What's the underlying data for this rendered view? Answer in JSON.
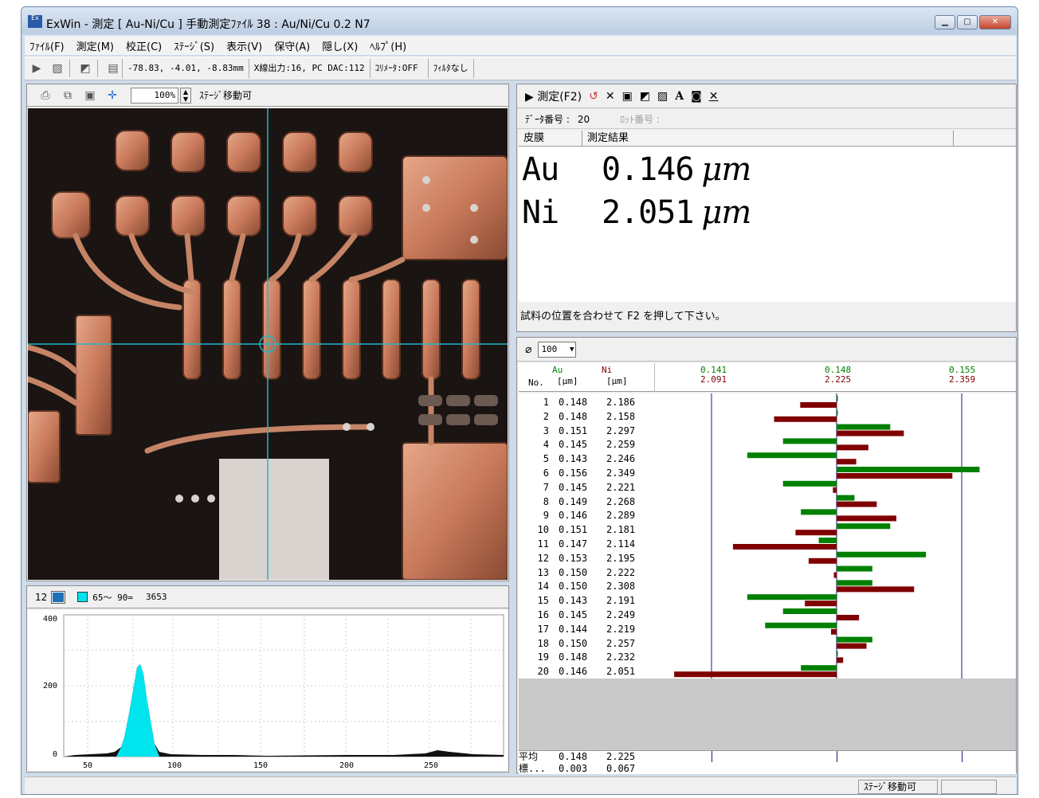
{
  "window": {
    "title": "ExWin - 測定 [ Au-Ni/Cu ]  手動測定ﾌｧｲﾙ  38 : Au/Ni/Cu  0.2  N7",
    "icon_label": "Ex\nWin"
  },
  "menu": [
    "ﾌｧｲﾙ(F)",
    "測定(M)",
    "校正(C)",
    "ｽﾃｰｼﾞ(S)",
    "表示(V)",
    "保守(A)",
    "隠し(X)",
    "ﾍﾙﾌﾟ(H)"
  ],
  "toolbar": {
    "coords": "-78.83,  -4.01,  -8.83mm",
    "xray": "X線出力:16, PC DAC:112",
    "collimator": "ｺﾘﾒｰﾀ:OFF",
    "filter": "ﾌｨﾙﾀなし"
  },
  "camera": {
    "zoom": "100%",
    "status": "ｽﾃｰｼﾞ移動可"
  },
  "histogram": {
    "badge": "12",
    "range": "65～ 90=",
    "count": "3653",
    "y_ticks": [
      "400",
      "200",
      "0"
    ],
    "x_ticks": [
      "50",
      "100",
      "150",
      "200",
      "250"
    ]
  },
  "measure": {
    "run_label": "測定(F2)",
    "data_no_label": "ﾃﾞｰﾀ番号 :",
    "data_no": "20",
    "lot_label": "ﾛｯﾄ番号 :",
    "col_film": "皮膜",
    "col_result": "測定結果",
    "results": [
      {
        "element": "Au",
        "value": "0.146",
        "unit": "μm"
      },
      {
        "element": "Ni",
        "value": "2.051",
        "unit": "μm"
      }
    ],
    "prompt": "試料の位置を合わせて F2 を押して下さい。"
  },
  "table": {
    "count_select": "100",
    "head": {
      "no": "No.",
      "au": "Au",
      "ni": "Ni",
      "unit_au": "[μm]",
      "unit_ni": "[μm]",
      "scale_au": [
        "0.141",
        "0.148",
        "0.155"
      ],
      "scale_ni": [
        "2.091",
        "2.225",
        "2.359"
      ]
    },
    "avg_label": "平均",
    "avg_au": "0.148",
    "avg_ni": "2.225",
    "sd_label": "標...",
    "sd_au": "0.003",
    "sd_ni": "0.067",
    "colors": {
      "au": "#008000",
      "ni": "#800000",
      "axis": "#1a1a7a"
    }
  },
  "chart_data": {
    "type": "bar",
    "orientation": "horizontal",
    "categories": [
      "1",
      "2",
      "3",
      "4",
      "5",
      "6",
      "7",
      "8",
      "9",
      "10",
      "11",
      "12",
      "13",
      "14",
      "15",
      "16",
      "17",
      "18",
      "19",
      "20"
    ],
    "series": [
      {
        "name": "Au",
        "values": [
          0.148,
          0.148,
          0.151,
          0.145,
          0.143,
          0.156,
          0.145,
          0.149,
          0.146,
          0.151,
          0.147,
          0.153,
          0.15,
          0.15,
          0.143,
          0.145,
          0.144,
          0.15,
          0.148,
          0.146
        ],
        "center": 0.148,
        "axis": [
          0.141,
          0.155
        ]
      },
      {
        "name": "Ni",
        "values": [
          2.186,
          2.158,
          2.297,
          2.259,
          2.246,
          2.349,
          2.221,
          2.268,
          2.289,
          2.181,
          2.114,
          2.195,
          2.222,
          2.308,
          2.191,
          2.249,
          2.219,
          2.257,
          2.232,
          2.051
        ],
        "center": 2.225,
        "axis": [
          2.091,
          2.359
        ]
      }
    ]
  },
  "status": {
    "stage": "ｽﾃｰｼﾞ移動可"
  }
}
